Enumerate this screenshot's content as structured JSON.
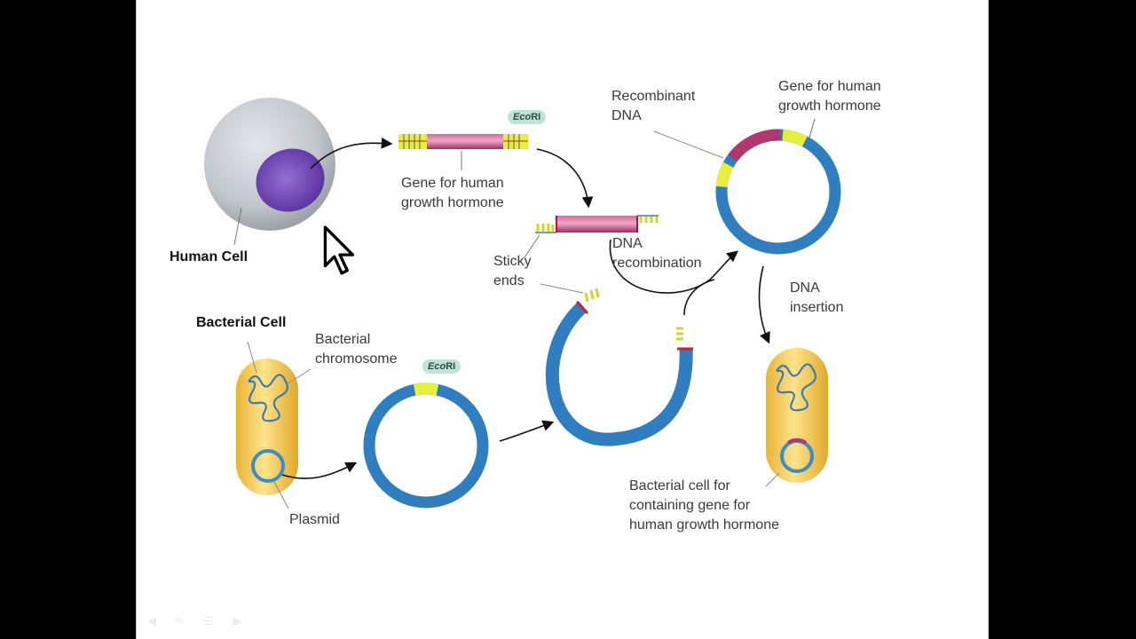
{
  "slide": {
    "labels": {
      "human_cell": "Human Cell",
      "gene_top": [
        "Gene for human",
        "growth hormone"
      ],
      "enzyme_top": {
        "italic": "Eco",
        "normal": "RI"
      },
      "enzyme_plasmid": {
        "italic": "Eco",
        "normal": "RI"
      },
      "sticky_ends": [
        "Sticky",
        "ends"
      ],
      "dna_recombination": [
        "DNA",
        "recombination"
      ],
      "recombinant_dna": [
        "Recombinant",
        "DNA"
      ],
      "gene_ring": [
        "Gene for human",
        "growth hormone"
      ],
      "dna_insertion": [
        "DNA",
        "insertion"
      ],
      "bacterial_cell": "Bacterial Cell",
      "bacterial_chromosome": [
        "Bacterial",
        "chromosome"
      ],
      "plasmid": "Plasmid",
      "result_cell": [
        "Bacterial cell for",
        "containing gene for",
        "human growth hormone"
      ]
    },
    "colors": {
      "dna_blue": "#2f7fc0",
      "gene_magenta": "#b0386f",
      "sticky_yellow": "#e6ef3a",
      "bacteria_gold": "#f0c44a",
      "nucleus_purple": "#6a3fb0",
      "cell_gray": "#c4c8cf"
    },
    "nav_icons": [
      "prev-icon",
      "pen-icon",
      "menu-icon",
      "next-icon"
    ]
  }
}
